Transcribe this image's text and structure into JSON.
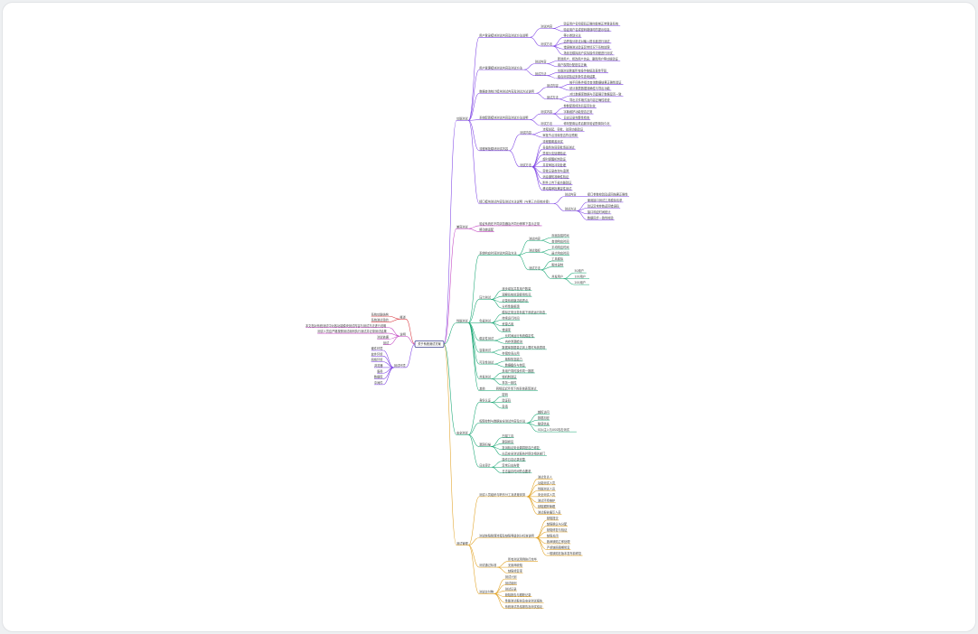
{
  "root": "关于系统测试方案",
  "colors": {
    "purple": "#7b3fe4",
    "magenta": "#c03fc0",
    "green": "#17a673",
    "orange": "#e0a020",
    "red": "#d9363e",
    "root": "#3b3f8f"
  },
  "left": [
    {
      "label": "概述",
      "color": "red",
      "children": [
        {
          "label": "系统功能结构"
        },
        {
          "label": "系统测试目的"
        }
      ]
    },
    {
      "label": "说明",
      "color": "magenta",
      "children": [
        {
          "label": "本文档对系统测试中对各功能模块测试内容与测试方法进行说明"
        },
        {
          "label": "测试人员应严格按照测试用例执行测试并记录测试结果"
        },
        {
          "label": "测试依据"
        },
        {
          "label": "测试"
        }
      ]
    },
    {
      "label": "测试环境",
      "color": "purple",
      "children": [
        {
          "label": "硬件环境"
        },
        {
          "label": "软件环境"
        },
        {
          "label": "网络环境"
        },
        {
          "label": "浏览器"
        },
        {
          "label": "服务"
        },
        {
          "label": "数据库"
        },
        {
          "label": "中间件"
        }
      ]
    }
  ],
  "right": [
    {
      "label": "功能测试",
      "color": "purple",
      "children": [
        {
          "label": "用户登录模块测试内容及测试方法说明",
          "children": [
            {
              "label": "测试内容",
              "children": [
                {
                  "label": "验证用户名和密码正确时能够正常登录系统"
                },
                {
                  "label": "验证用户名或密码错误时的提示信息"
                }
              ]
            },
            {
              "label": "测试方法",
              "children": [
                {
                  "label": "等价类划分法"
                },
                {
                  "label": "边界值分析法对输入框长度进行测试"
                },
                {
                  "label": "错误推测法验证异常情况下系统处理"
                },
                {
                  "label": "场景法模拟用户实际操作流程进行测试"
                }
              ]
            }
          ]
        },
        {
          "label": "用户管理模块测试内容及测试方法",
          "children": [
            {
              "label": "测试内容",
              "children": [
                {
                  "label": "新增用户、修改用户信息、删除用户等功能验证"
                },
                {
                  "label": "用户权限分配是否正确"
                }
              ]
            },
            {
              "label": "测试方法",
              "children": [
                {
                  "label": "功能测试覆盖所有操作按钮及表单字段"
                },
                {
                  "label": "组合测试验证多条件查询结果"
                }
              ]
            }
          ]
        },
        {
          "label": "数据查询统计模块测试内容及测试方法说明",
          "children": [
            {
              "label": "测试内容",
              "children": [
                {
                  "label": "按不同条件组合查询数据结果正确性验证"
                },
                {
                  "label": "统计报表数据准确性与导出功能"
                }
              ]
            },
            {
              "label": "测试方法",
              "children": [
                {
                  "label": "对比数据库数据与页面展示数据是否一致"
                },
                {
                  "label": "导出文件格式及内容正确性检查"
                }
              ]
            }
          ]
        },
        {
          "label": "系统配置模块测试内容及测试方法说明",
          "children": [
            {
              "label": "测试内容",
              "children": [
                {
                  "label": "参数配置修改后是否生效"
                },
                {
                  "label": "字典维护功能是否正常"
                },
                {
                  "label": "日志记录完整性检查"
                }
              ]
            },
            {
              "label": "测试方法",
              "children": [
                {
                  "label": "修改配置后重启服务验证配置持久化"
                }
              ]
            }
          ]
        },
        {
          "label": "流程审批模块测试内容",
          "children": [
            {
              "label": "测试内容",
              "children": [
                {
                  "label": "流程发起、审批、驳回功能验证"
                },
                {
                  "label": "审批节点流转是否符合预期"
                }
              ]
            },
            {
              "label": "测试方法",
              "children": [
                {
                  "label": "流程图覆盖测试"
                },
                {
                  "label": "多角色协同审批场景测试"
                },
                {
                  "label": "异常分支处理验证"
                },
                {
                  "label": "超时提醒机制验证"
                },
                {
                  "label": "并发审批冲突处理"
                },
                {
                  "label": "审批记录查询与追溯"
                },
                {
                  "label": "消息通知准确性验证"
                },
                {
                  "label": "附件上传下载功能验证"
                },
                {
                  "label": "移动端审批兼容性测试"
                }
              ]
            }
          ]
        },
        {
          "label": "接口模块测试内容及测试方法说明（与第三方系统对接）",
          "children": [
            {
              "label": "测试内容",
              "children": [
                {
                  "label": "接口参数校验及返回结果正确性"
                }
              ]
            },
            {
              "label": "测试方法",
              "children": [
                {
                  "label": "使用接口测试工具模拟请求"
                },
                {
                  "label": "验证异常参数返回错误码"
                },
                {
                  "label": "接口响应时间统计"
                },
                {
                  "label": "数据同步一致性校验"
                }
              ]
            }
          ]
        }
      ]
    },
    {
      "label": "兼容测试",
      "color": "magenta",
      "children": [
        {
          "label": "验证系统在不同浏览器及不同分辨率下显示正常"
        },
        {
          "label": "移动端适配"
        }
      ]
    },
    {
      "label": "性能测试",
      "color": "green",
      "children": [
        {
          "label": "系统响应时间测试内容及方法",
          "children": [
            {
              "label": "测试内容",
              "children": [
                {
                  "label": "页面加载时间"
                },
                {
                  "label": "查询响应时间"
                }
              ]
            },
            {
              "label": "测试指标",
              "children": [
                {
                  "label": "平均响应时间"
                },
                {
                  "label": "最大响应时间"
                }
              ]
            },
            {
              "label": "测试方法",
              "children": [
                {
                  "label": "工具模拟"
                },
                {
                  "label": "脚本录制"
                },
                {
                  "label": "并发用户",
                  "children": [
                    {
                      "label": "50用户"
                    },
                    {
                      "label": "100用户"
                    },
                    {
                      "label": "200用户"
                    }
                  ]
                }
              ]
            }
          ]
        },
        {
          "label": "压力测试",
          "children": [
            {
              "label": "逐步增加并发用户数量"
            },
            {
              "label": "观察系统资源使用情况"
            },
            {
              "label": "记录系统崩溃临界点"
            },
            {
              "label": "分析性能瓶颈"
            }
          ]
        },
        {
          "label": "负载测试",
          "children": [
            {
              "label": "模拟正常业务负载下系统运行状态"
            },
            {
              "label": "持续运行时间"
            },
            {
              "label": "资源占用"
            },
            {
              "label": "错误率"
            }
          ]
        },
        {
          "label": "稳定性测试",
          "children": [
            {
              "label": "长时间运行系统稳定性"
            },
            {
              "label": "内存泄漏检测"
            }
          ]
        },
        {
          "label": "容量测试",
          "children": [
            {
              "label": "数据库数据量达到上限时系统表现"
            },
            {
              "label": "存储空间占用"
            }
          ]
        },
        {
          "label": "可靠性测试",
          "children": [
            {
              "label": "故障恢复能力"
            },
            {
              "label": "数据备份与恢复"
            }
          ]
        },
        {
          "label": "并发测试",
          "children": [
            {
              "label": "多用户同时操作同一数据"
            },
            {
              "label": "锁机制验证"
            },
            {
              "label": "事务一致性"
            }
          ]
        },
        {
          "label": "其他",
          "children": [
            {
              "label": "网络延迟环境下的系统表现测试"
            }
          ]
        }
      ]
    },
    {
      "label": "安全测试",
      "color": "green",
      "children": [
        {
          "label": "身份认证",
          "children": [
            {
              "label": "密码"
            },
            {
              "label": "验证码"
            },
            {
              "label": "会话"
            }
          ]
        },
        {
          "label": "权限控制与数据安全测试内容及方法",
          "children": [
            {
              "label": "越权访问"
            },
            {
              "label": "数据加密"
            },
            {
              "label": "敏感信息"
            },
            {
              "label": "SQL注入与XSS攻击测试"
            }
          ]
        },
        {
          "label": "漏洞扫描",
          "children": [
            {
              "label": "扫描工具"
            },
            {
              "label": "漏洞修复"
            },
            {
              "label": "复测验证安全漏洞是否已修复"
            },
            {
              "label": "出具安全测试报告并提交相关部门"
            }
          ]
        },
        {
          "label": "日志审计",
          "children": [
            {
              "label": "操作日志记录完整"
            },
            {
              "label": "异常日志告警"
            },
            {
              "label": "日志留存时间符合要求"
            }
          ]
        }
      ]
    },
    {
      "label": "测试管理",
      "color": "orange",
      "children": [
        {
          "label": "测试人员组织与职责分工及进度安排",
          "children": [
            {
              "label": "测试负责人"
            },
            {
              "label": "功能测试人员"
            },
            {
              "label": "性能测试人员"
            },
            {
              "label": "安全测试人员"
            },
            {
              "label": "测试环境维护"
            },
            {
              "label": "缺陷跟踪管理"
            },
            {
              "label": "测试报告编写人员"
            }
          ]
        },
        {
          "label": "测试缺陷管理流程及缺陷等级划分标准说明",
          "children": [
            {
              "label": "缺陷提交"
            },
            {
              "label": "缺陷确认与分配"
            },
            {
              "label": "缺陷修复与验证"
            },
            {
              "label": "缺陷关闭"
            },
            {
              "label": "致命缺陷立即处理"
            },
            {
              "label": "严重缺陷限期修复"
            },
            {
              "label": "一般缺陷在版本发布前修复"
            }
          ]
        },
        {
          "label": "测试通过标准",
          "children": [
            {
              "label": "所有测试用例执行完毕"
            },
            {
              "label": "无致命缺陷"
            },
            {
              "label": "缺陷修复率"
            }
          ]
        },
        {
          "label": "测试交付物",
          "children": [
            {
              "label": "测试计划"
            },
            {
              "label": "测试用例"
            },
            {
              "label": "测试记录"
            },
            {
              "label": "缺陷报告与跟踪记录"
            },
            {
              "label": "性能测试报告及安全测试报告"
            },
            {
              "label": "系统测试总结报告及测试结论"
            }
          ]
        }
      ]
    }
  ]
}
